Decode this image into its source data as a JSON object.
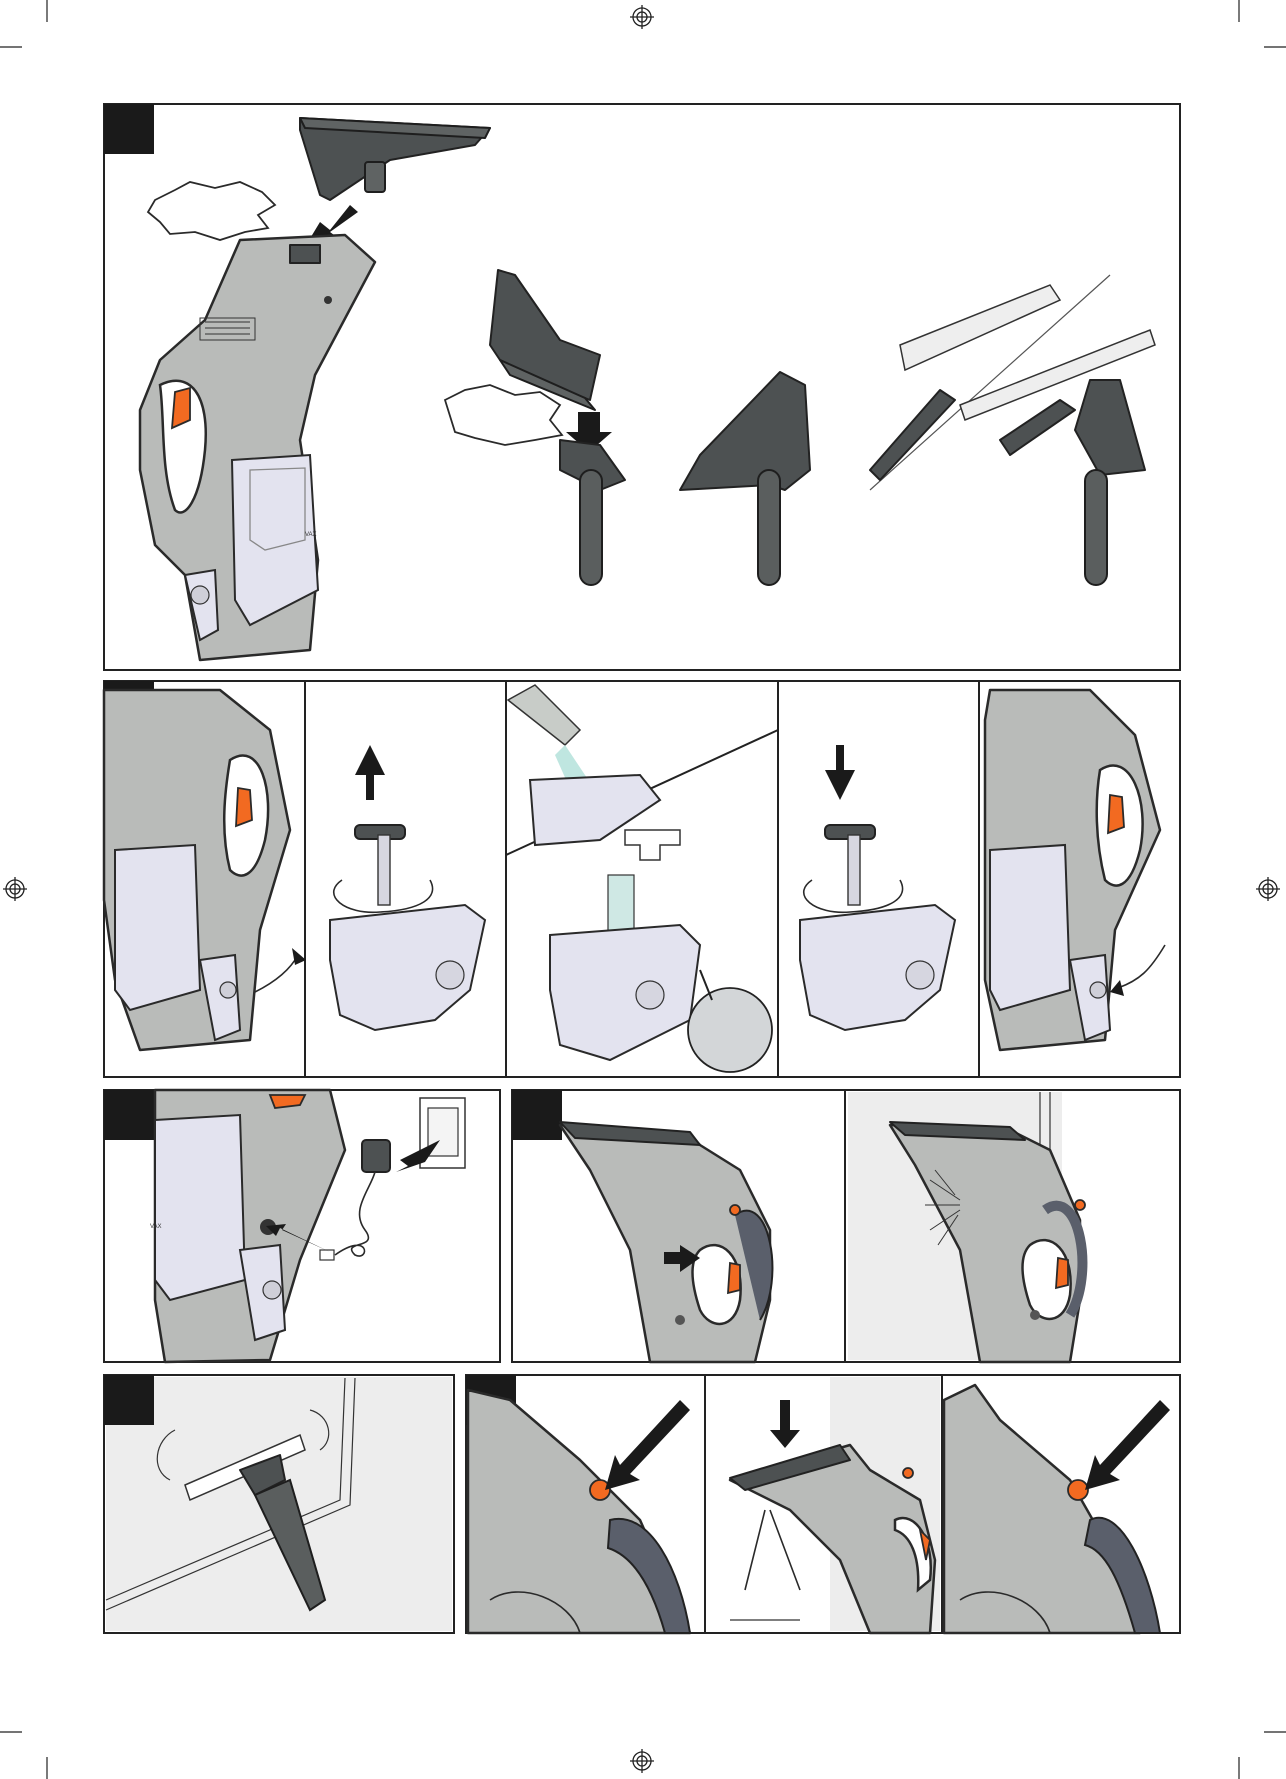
{
  "brand_label": "VAX",
  "steps": [
    {
      "id": "1",
      "label": ""
    },
    {
      "id": "2",
      "label": ""
    },
    {
      "id": "3",
      "label": ""
    },
    {
      "id": "4",
      "label": ""
    },
    {
      "id": "5",
      "label": ""
    },
    {
      "id": "6",
      "label": ""
    }
  ],
  "icons": [
    "click-burst-icon",
    "arrow-icon",
    "rotate-icon",
    "registration-mark-icon",
    "tap-icon",
    "plug-adapter-icon"
  ],
  "colors": {
    "accent": "#f26a21",
    "body": "#b9bbb9",
    "dark": "#4d5152",
    "tank": "#e3e3ef"
  }
}
